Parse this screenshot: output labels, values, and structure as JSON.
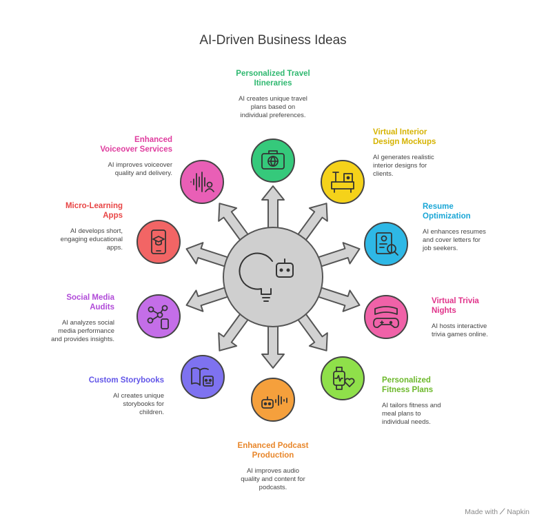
{
  "title": "AI-Driven Business Ideas",
  "footer": {
    "made_with": "Made with",
    "brand": "Napkin"
  },
  "center_icon": "lightbulb-robot-icon",
  "items": [
    {
      "id": "travel",
      "heading": "Personalized Travel\nItineraries",
      "desc": "AI creates unique travel\nplans based on\nindividual preferences.",
      "color": "#35c97b",
      "text_color": "#2fb870",
      "icon": "suitcase-globe-icon"
    },
    {
      "id": "interior",
      "heading": "Virtual Interior\nDesign Mockups",
      "desc": "AI generates realistic\ninterior designs for\nclients.",
      "color": "#f5d21a",
      "text_color": "#d6b300",
      "icon": "furniture-icon"
    },
    {
      "id": "resume",
      "heading": "Resume\nOptimization",
      "desc": "AI enhances resumes\nand cover letters for\njob seekers.",
      "color": "#2eb8e6",
      "text_color": "#1aa6d6",
      "icon": "resume-search-icon"
    },
    {
      "id": "trivia",
      "heading": "Virtual Trivia\nNights",
      "desc": "AI hosts interactive\ntrivia games online.",
      "color": "#f062a8",
      "text_color": "#e0338a",
      "icon": "vr-gamepad-icon"
    },
    {
      "id": "fitness",
      "heading": "Personalized\nFitness Plans",
      "desc": "AI tailors fitness and\nmeal plans to\nindividual needs.",
      "color": "#8fe04a",
      "text_color": "#6cb82a",
      "icon": "smartwatch-heart-icon"
    },
    {
      "id": "podcast",
      "heading": "Enhanced Podcast\nProduction",
      "desc": "AI improves audio\nquality and content for\npodcasts.",
      "color": "#f5a03c",
      "text_color": "#e8862a",
      "icon": "robot-audio-icon"
    },
    {
      "id": "storybooks",
      "heading": "Custom Storybooks",
      "desc": "AI creates unique\nstorybooks for\nchildren.",
      "color": "#7e72f0",
      "text_color": "#6256e8",
      "icon": "book-robot-icon"
    },
    {
      "id": "social",
      "heading": "Social Media\nAudits",
      "desc": "AI analyzes social\nmedia performance\nand provides insights.",
      "color": "#c46ee8",
      "text_color": "#b04ad8",
      "icon": "network-phone-icon"
    },
    {
      "id": "microlearning",
      "heading": "Micro-Learning\nApps",
      "desc": "AI develops short,\nengaging educational\napps.",
      "color": "#f26565",
      "text_color": "#e84545",
      "icon": "phone-graduation-icon"
    },
    {
      "id": "voiceover",
      "heading": "Enhanced\nVoiceover Services",
      "desc": "AI improves voiceover\nquality and delivery.",
      "color": "#e95fb6",
      "text_color": "#df3c9e",
      "icon": "soundwave-person-icon"
    }
  ]
}
